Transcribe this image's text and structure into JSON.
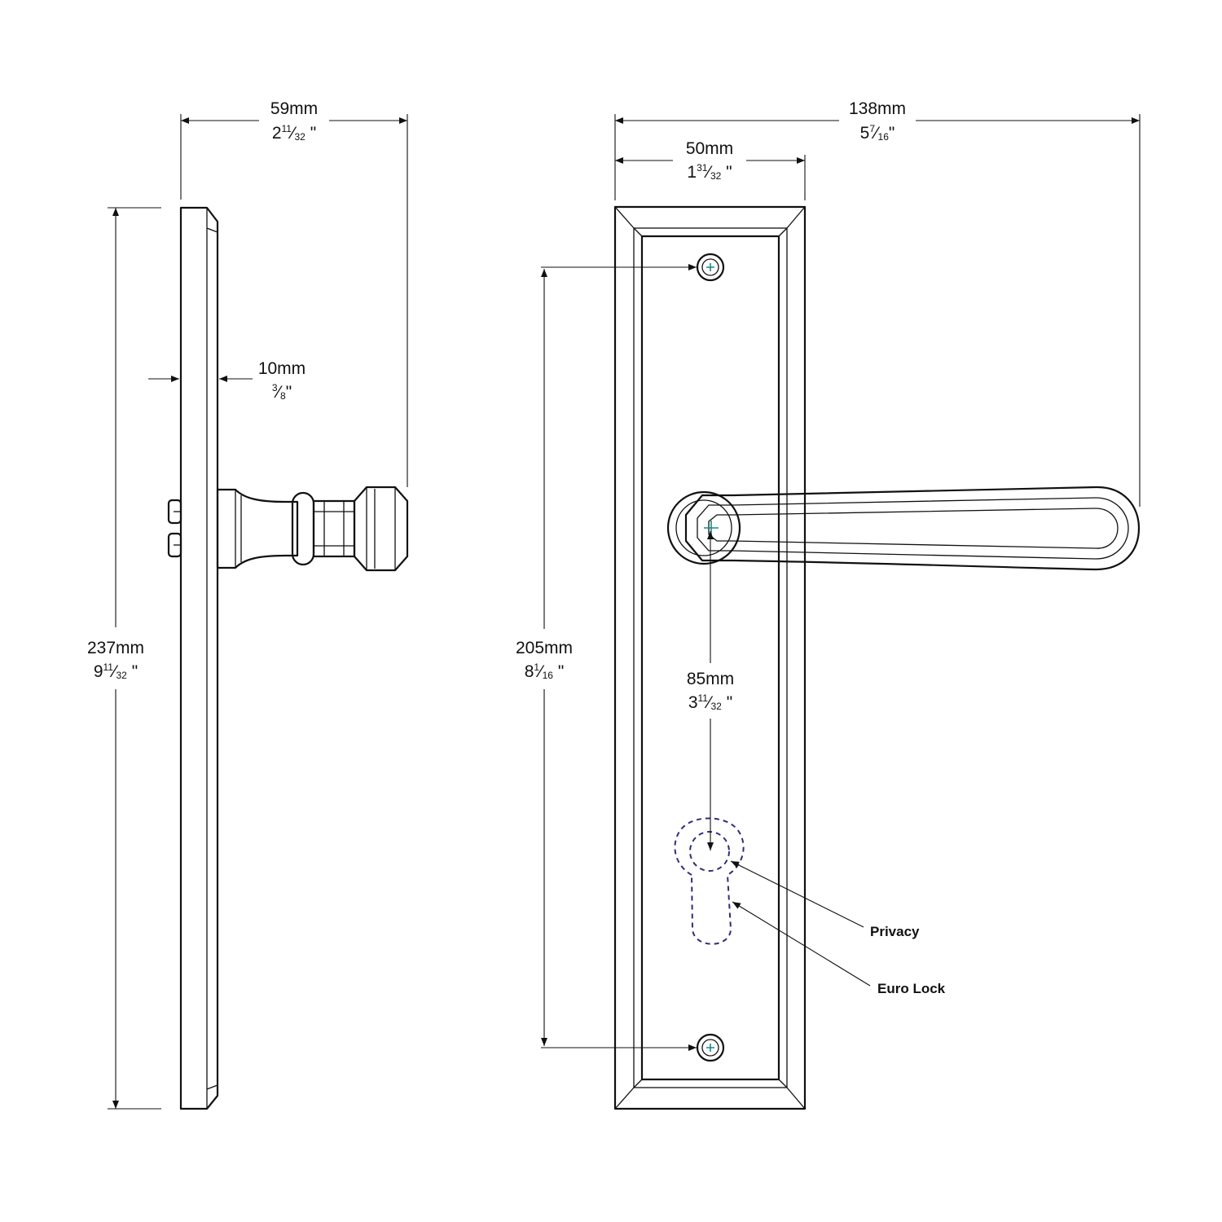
{
  "colors": {
    "line": "#111111",
    "background": "#ffffff",
    "lock_outline": "#2e2e7a",
    "center_mark": "#1a8a8a"
  },
  "side_view": {
    "overall_width": {
      "mm": "59mm",
      "inch_whole": "2",
      "inch_num": "11",
      "inch_den": "32",
      "inch_mark": "\""
    },
    "plate_thickness": {
      "mm": "10mm",
      "inch_whole": "",
      "inch_num": "3",
      "inch_den": "8",
      "inch_mark": "\""
    },
    "overall_height": {
      "mm": "237mm",
      "inch_whole": "9",
      "inch_num": "11",
      "inch_den": "32",
      "inch_mark": "\""
    }
  },
  "front_view": {
    "handle_projection": {
      "mm": "138mm",
      "inch_whole": "5",
      "inch_num": "7",
      "inch_den": "16",
      "inch_mark": "\""
    },
    "plate_width": {
      "mm": "50mm",
      "inch_whole": "1",
      "inch_num": "31",
      "inch_den": "32",
      "inch_mark": "\""
    },
    "fixing_centres": {
      "mm": "205mm",
      "inch_whole": "8",
      "inch_num": "1",
      "inch_den": "16",
      "inch_mark": "\""
    },
    "lever_to_lock": {
      "mm": "85mm",
      "inch_whole": "3",
      "inch_num": "11",
      "inch_den": "32",
      "inch_mark": "\""
    }
  },
  "callouts": {
    "privacy": "Privacy",
    "euro_lock": "Euro Lock"
  }
}
